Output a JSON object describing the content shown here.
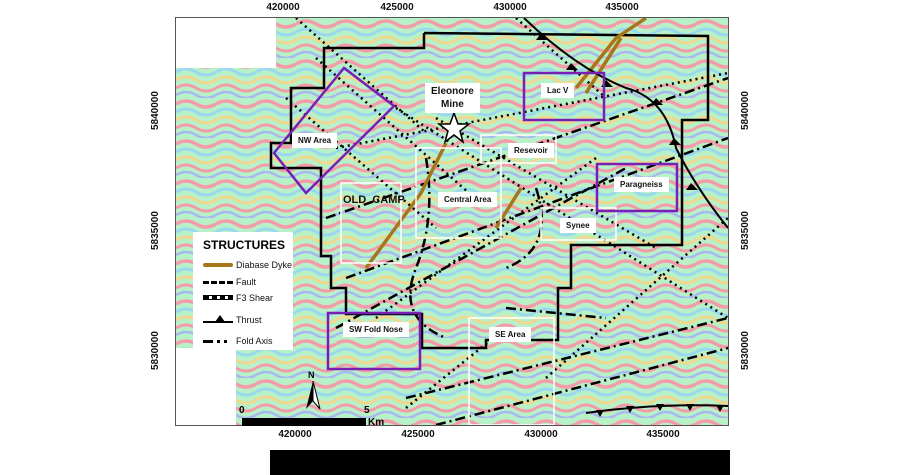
{
  "map": {
    "x_ticks_top": [
      "420000",
      "425000",
      "430000",
      "435000"
    ],
    "x_ticks_bottom": [
      "420000",
      "425000",
      "430000",
      "435000"
    ],
    "y_ticks_left": [
      "5840000",
      "5835000",
      "5830000"
    ],
    "y_ticks_right": [
      "5840000",
      "5835000",
      "5830000"
    ],
    "colors": {
      "property_outline": "#000000",
      "target_box_purple": "#7a1fb3",
      "area_box_white": "#ffffff",
      "diabase_dyke": "#a8761a"
    }
  },
  "labels": {
    "mine": "Eleonore\nMine",
    "mine_line1": "Eleonore",
    "mine_line2": "Mine",
    "lac_v": "Lac V",
    "nw_area": "NW Area",
    "resevoir": "Resevoir",
    "paragneiss": "Paragneiss",
    "old_camp": "OLD  CAMP",
    "central_area": "Central Area",
    "synee": "Synee",
    "sw_fold_nose": "SW Fold Nose",
    "se_area": "SE Area"
  },
  "legend": {
    "title": "STRUCTURES",
    "items": [
      {
        "label": "Diabase Dyke",
        "symbol": "diabase-dyke"
      },
      {
        "label": "Fault",
        "symbol": "fault"
      },
      {
        "label": "F3 Shear",
        "symbol": "f3-shear"
      },
      {
        "label": "Thrust",
        "symbol": "thrust"
      },
      {
        "label": "Fold Axis",
        "symbol": "fold-axis"
      }
    ]
  },
  "north_arrow": {
    "label": "N"
  },
  "scale_bar": {
    "start": "0",
    "end": "5",
    "unit": "Km"
  }
}
